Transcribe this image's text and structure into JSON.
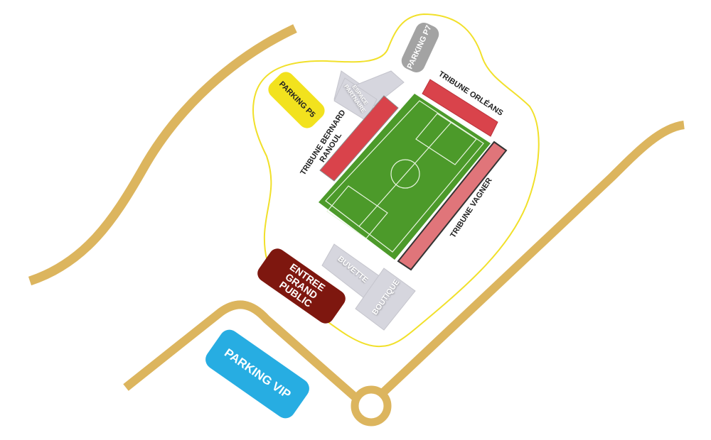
{
  "map": {
    "parkings": {
      "p7": "PARKING P7",
      "p5": "PARKING P5",
      "vip": "PARKING VIP"
    },
    "entrance": "ENTREE GRAND PUBLIC",
    "stands": {
      "orleans": "TRIBUNE ORLÉANS",
      "ranoul": "TRIBUNE BERNARD RANOUL",
      "vagner": "TRIBUNE VAGNER"
    },
    "buildings": {
      "espace": "ESPACE PARTNAIRE",
      "buvette": "BUVETTE",
      "boutique": "BOUTIQUE"
    },
    "colors": {
      "road": "#dcb55e",
      "perimeter": "#f1e02a",
      "p7": "#a3a3a3",
      "p5": "#f2e21e",
      "vip": "#27ade2",
      "entrance": "#7e170f",
      "pitch": "#4c9a2a",
      "stand": "#d9434b"
    }
  }
}
